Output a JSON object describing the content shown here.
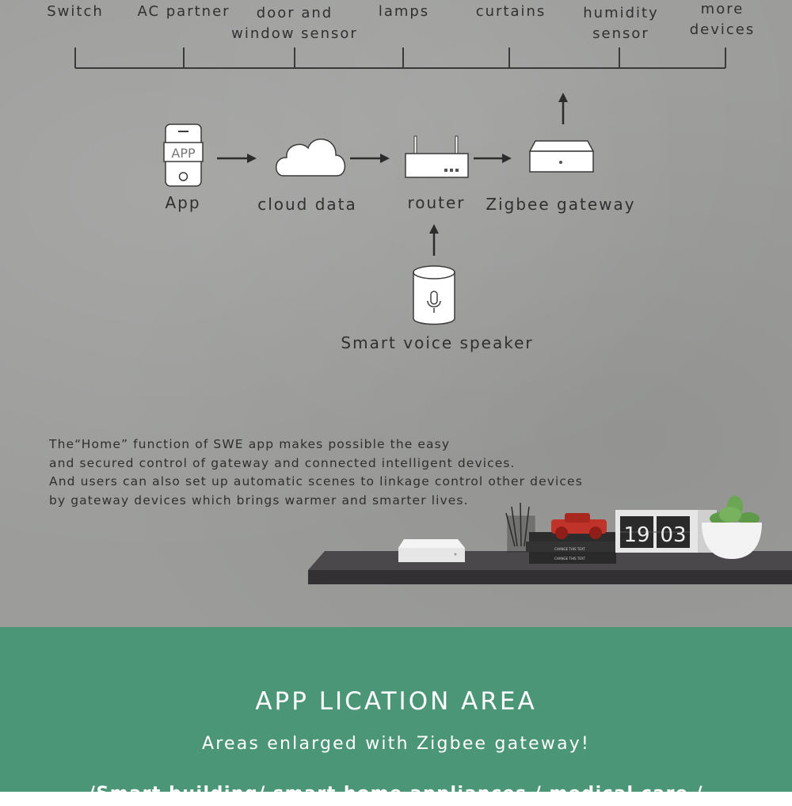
{
  "devices": [
    "Switch",
    "AC partner",
    "door and window sensor",
    "lamps",
    "curtains",
    "humidity sensor",
    "more devices"
  ],
  "flow": {
    "app_label": "App",
    "app_icon_text": "APP",
    "cloud_label": "cloud data",
    "router_label": "router",
    "gateway_label": "Zigbee gateway",
    "speaker_label": "Smart voice speaker"
  },
  "description": [
    "The“Home” function of SWE app makes possible the easy",
    "and secured control of gateway and connected intelligent devices.",
    "And users can also set up automatic scenes to linkage control other devices",
    "by gateway devices which brings warmer and smarter lives."
  ],
  "desk": {
    "clock_hours": "19",
    "clock_minutes": "03",
    "book_text": "CHANGE THIS TEXT"
  },
  "application": {
    "title": "APP LICATION AREA",
    "subtitle": "Areas enlarged with Zigbee gateway!",
    "footer": "/Smart building/ smart home appliances / medical care /"
  },
  "colors": {
    "band": "#4a9676",
    "wall": "#9c9d9b",
    "ink": "#303030",
    "shelf": "#3a383a"
  }
}
